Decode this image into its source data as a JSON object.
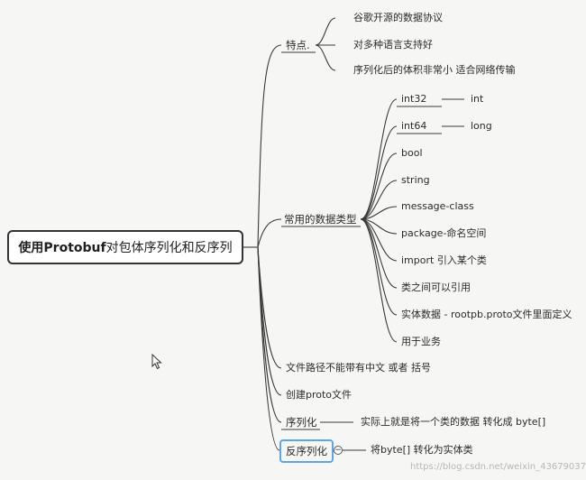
{
  "root": {
    "bold": "使用Protobuf",
    "rest": "对包体序列化和反序列"
  },
  "features": {
    "label": "特点.",
    "items": [
      "谷歌开源的数据协议",
      "对多种语言支持好",
      "序列化后的体积非常小 适合网络传输"
    ]
  },
  "datatypes": {
    "label": "常用的数据类型",
    "items": [
      {
        "text": "int32",
        "note": "int"
      },
      {
        "text": "int64",
        "note": "long"
      },
      {
        "text": "bool"
      },
      {
        "text": "string"
      },
      {
        "text": "message-class"
      },
      {
        "text": "package-命名空间"
      },
      {
        "text": "import 引入某个类"
      },
      {
        "text": "类之间可以引用"
      },
      {
        "text": "实体数据 - rootpb.proto文件里面定义"
      },
      {
        "text": "用于业务"
      }
    ]
  },
  "path_note": "文件路径不能带有中文 或者 括号",
  "create_proto": "创建proto文件",
  "serialize": {
    "label": "序列化",
    "note": "实际上就是将一个类的数据 转化成 byte[]"
  },
  "deserialize": {
    "label": "反序列化",
    "note": "将byte[] 转化为实体类",
    "collapse_symbol": "−"
  },
  "watermark": "https://blog.csdn.net/weixin_43679037",
  "colors": {
    "line": "#3a3a3a",
    "selection": "#5aa6e6",
    "background": "#f6f6f4"
  }
}
